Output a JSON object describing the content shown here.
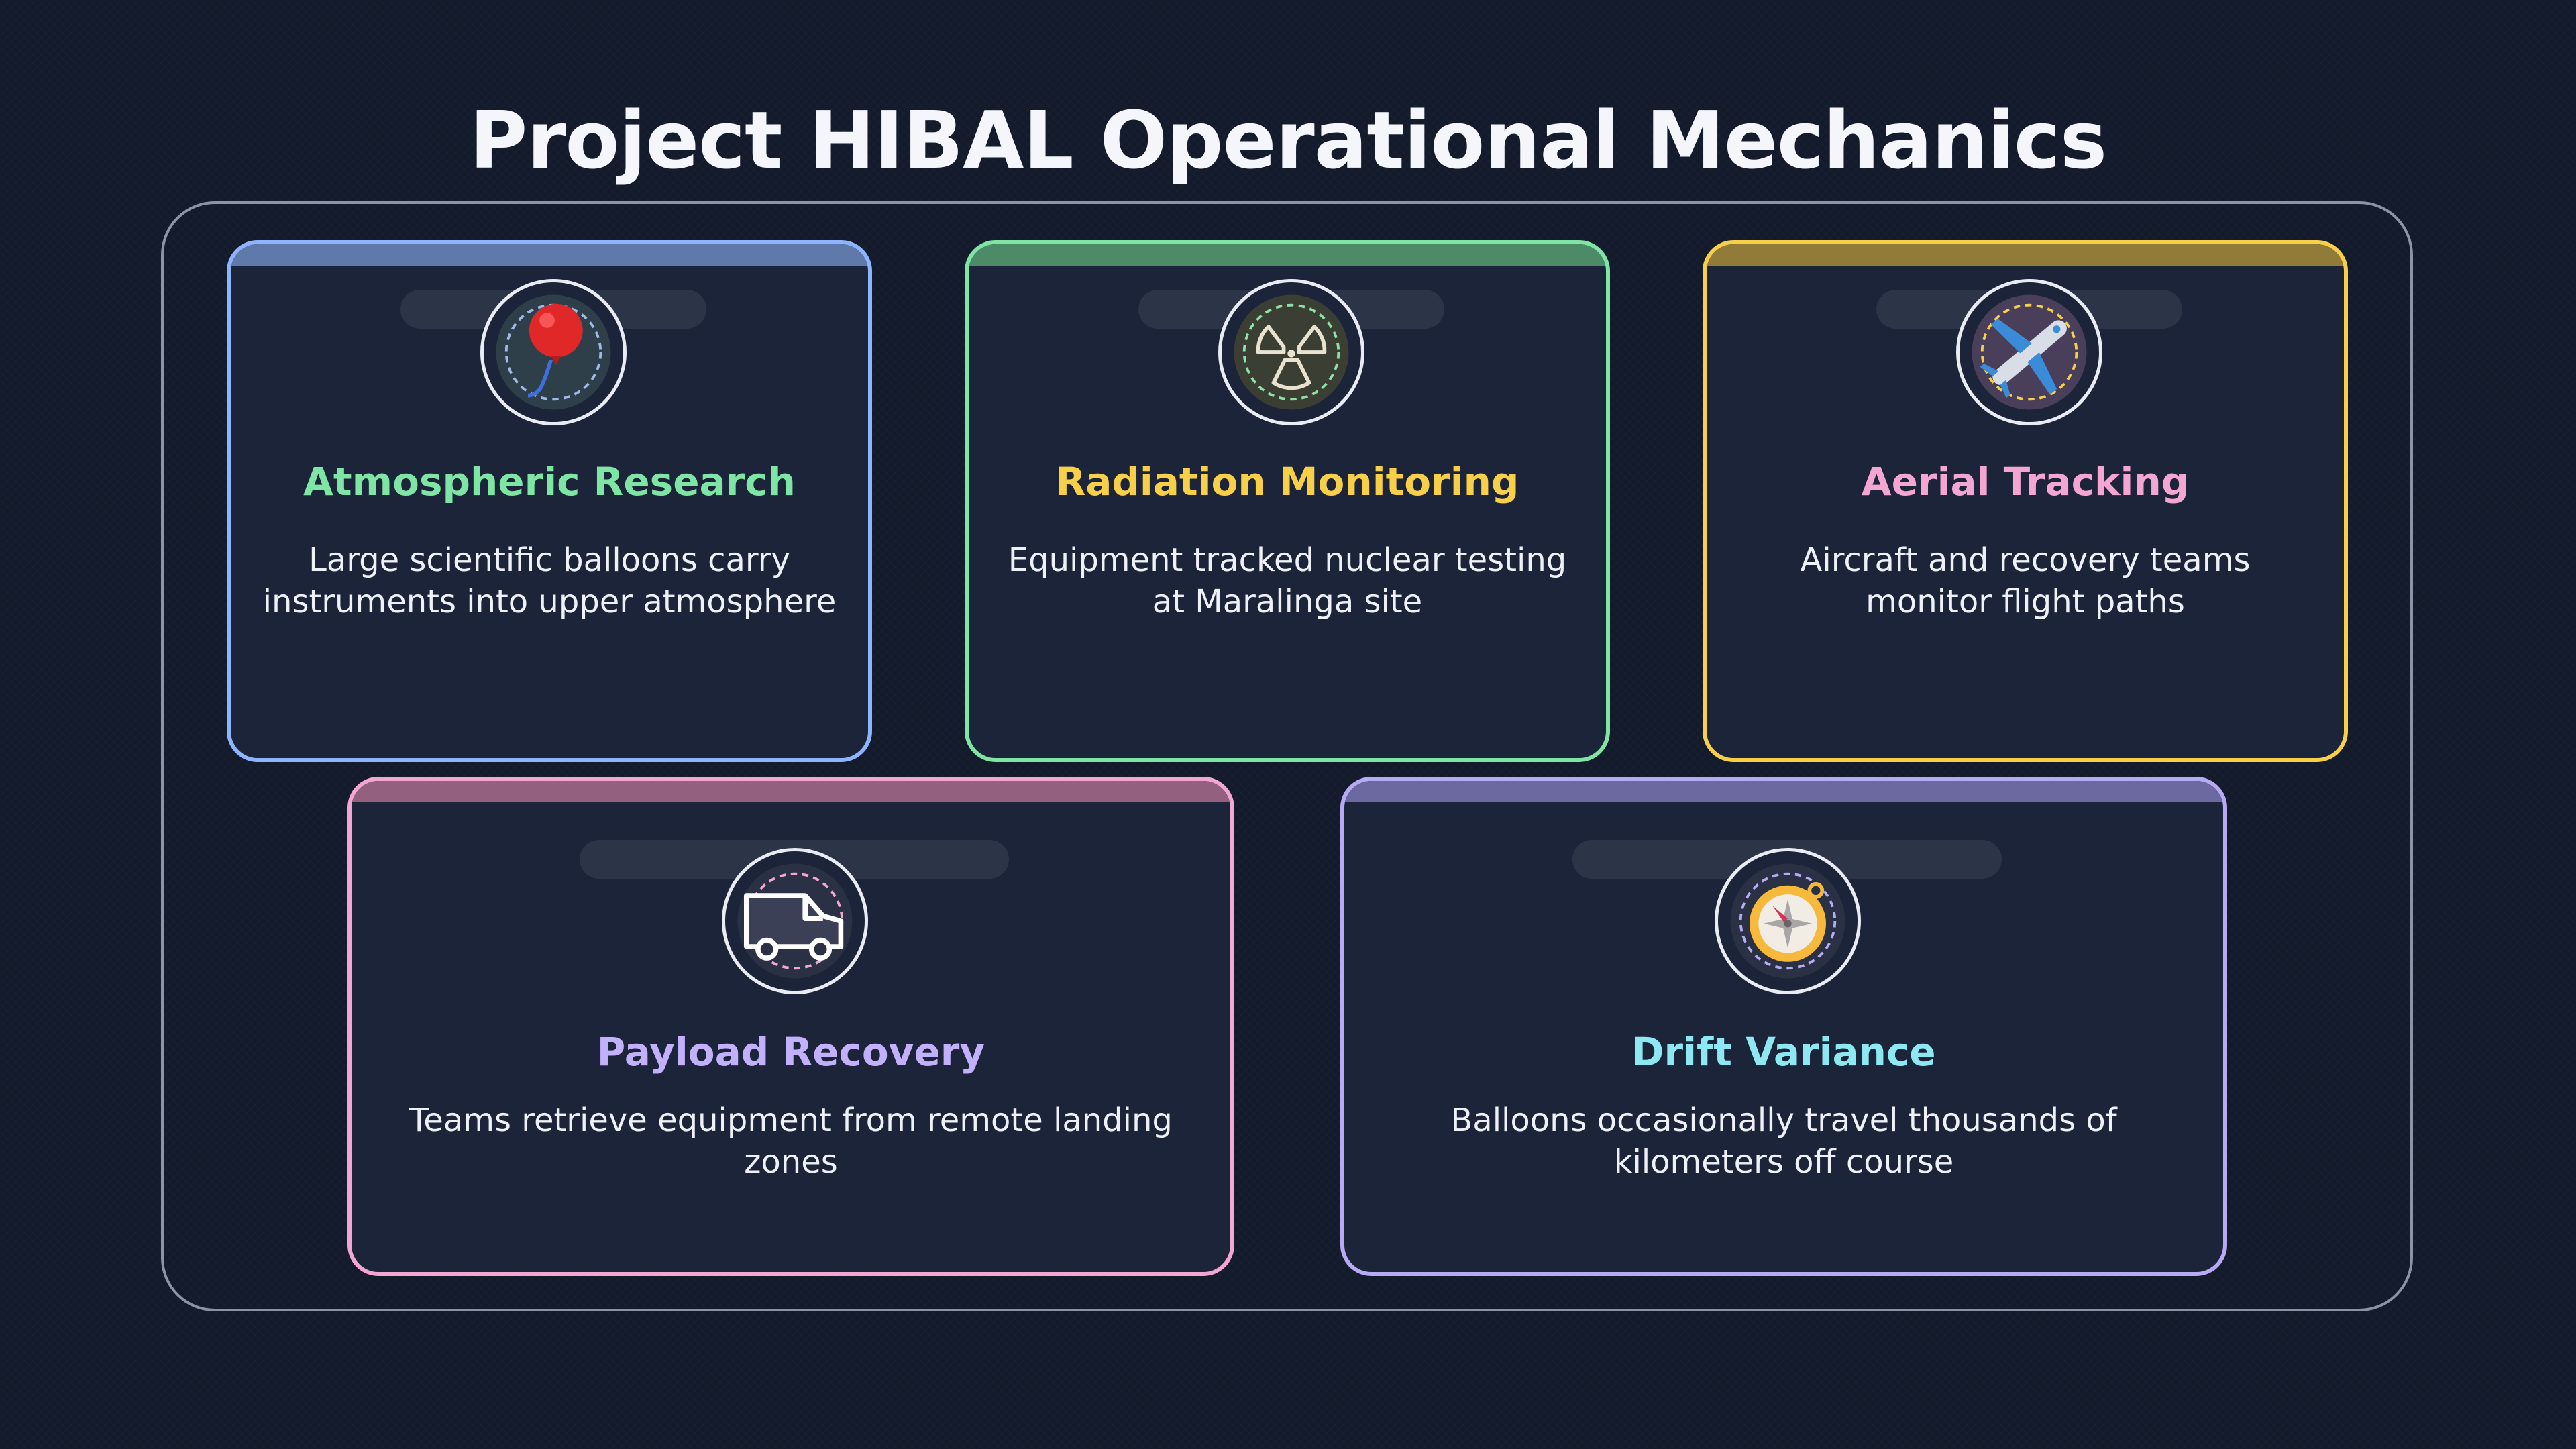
{
  "title": "Project HIBAL Operational Mechanics",
  "colors": {
    "background": "#121a2b",
    "card_background": "#1b2438"
  },
  "cards": [
    {
      "title": "Atmospheric Research",
      "description": "Large scientific balloons carry instruments into upper atmosphere",
      "icon": "balloon-icon",
      "title_color": "#7ee5a4",
      "border_color": "#8fb4ff"
    },
    {
      "title": "Radiation Monitoring",
      "description": "Equipment tracked nuclear testing at Maralinga site",
      "icon": "radiation-icon",
      "title_color": "#f7cf49",
      "border_color": "#7ee5a4"
    },
    {
      "title": "Aerial Tracking",
      "description": "Aircraft and recovery teams monitor flight paths",
      "icon": "airplane-icon",
      "title_color": "#f3a6d2",
      "border_color": "#f7cf49"
    },
    {
      "title": "Payload Recovery",
      "description": "Teams retrieve equipment from remote landing zones",
      "icon": "truck-icon",
      "title_color": "#c3b0fb",
      "border_color": "#f3a6d2"
    },
    {
      "title": "Drift Variance",
      "description": "Balloons occasionally travel thousands of kilometers off course",
      "icon": "compass-icon",
      "title_color": "#8ee8f2",
      "border_color": "#b7aaf5"
    }
  ]
}
